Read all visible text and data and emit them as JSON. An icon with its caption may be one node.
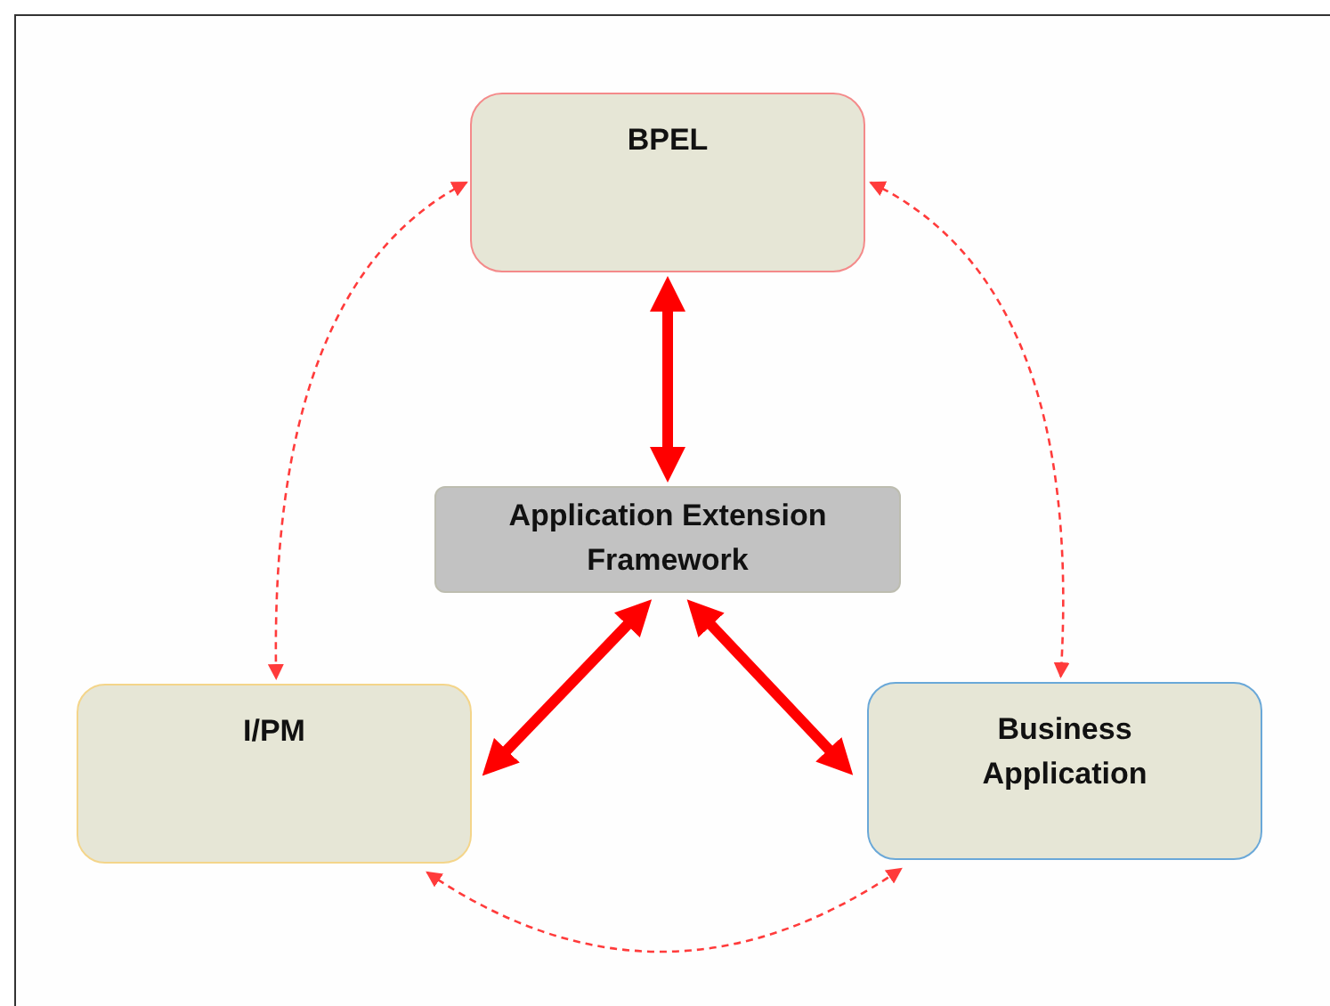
{
  "diagram": {
    "nodes": [
      {
        "text": [
          "BPEL"
        ]
      },
      {
        "text": [
          "Application Extension Framework"
        ]
      },
      {
        "text": [
          "I/PM"
        ]
      },
      {
        "text": [
          "Business Application"
        ]
      }
    ],
    "edges": [
      {
        "from": 0,
        "to": 1,
        "arrow": "both",
        "style": "thick"
      },
      {
        "from": 1,
        "to": 2,
        "arrow": "both",
        "style": "thick"
      },
      {
        "from": 1,
        "to": 3,
        "arrow": "both",
        "style": "thick"
      },
      {
        "from": 0,
        "to": 2,
        "arrow": "both",
        "style": "dashed"
      },
      {
        "from": 0,
        "to": 3,
        "arrow": "both",
        "style": "dashed"
      },
      {
        "from": 2,
        "to": 3,
        "arrow": "both",
        "style": "dashed"
      }
    ]
  }
}
